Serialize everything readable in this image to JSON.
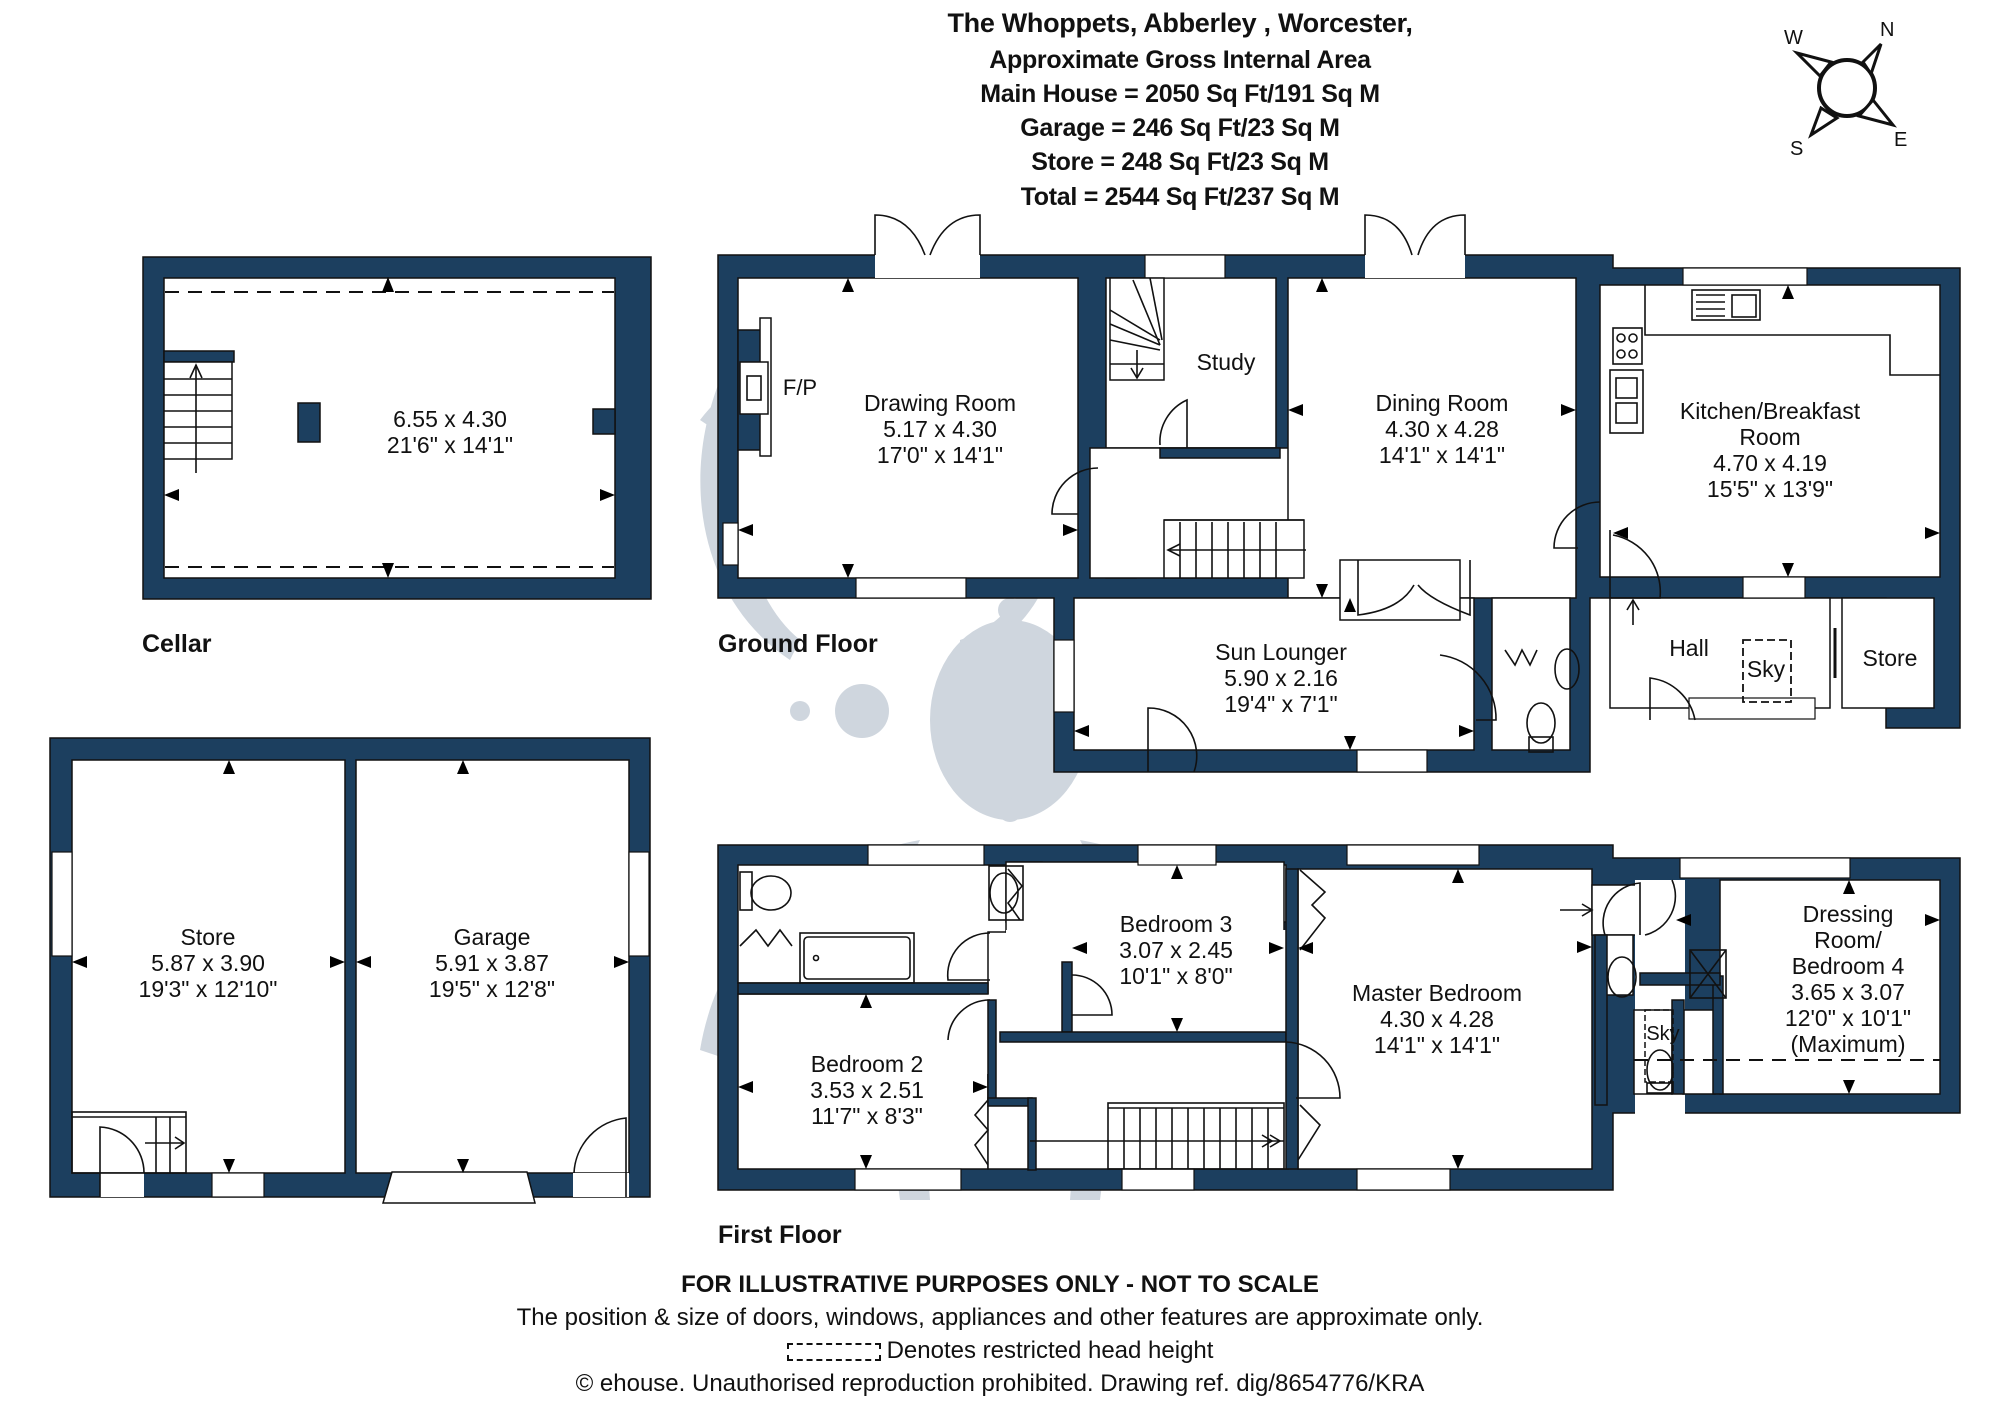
{
  "header": {
    "title": "The Whoppets, Abberley , Worcester,",
    "subtitle": "Approximate Gross Internal Area",
    "areas": [
      "Main House = 2050 Sq Ft/191 Sq M",
      "Garage = 246 Sq Ft/23 Sq M",
      "Store = 248 Sq Ft/23 Sq M",
      "Total = 2544 Sq Ft/237 Sq M"
    ]
  },
  "compass": {
    "n": "N",
    "e": "E",
    "s": "S",
    "w": "W"
  },
  "colors": {
    "wall": "#1c3f5f",
    "watermark": "#cfd6de",
    "line": "#111111"
  },
  "floors": {
    "cellar": {
      "label": "Cellar",
      "rooms": [
        {
          "name": "",
          "metric": "6.55 x 4.30",
          "imperial": "21'6\" x 14'1\""
        }
      ]
    },
    "ground": {
      "label": "Ground Floor",
      "rooms": [
        {
          "name": "Drawing Room",
          "metric": "5.17 x 4.30",
          "imperial": "17'0\" x 14'1\""
        },
        {
          "name": "Study",
          "metric": "",
          "imperial": ""
        },
        {
          "name": "Dining Room",
          "metric": "4.30 x 4.28",
          "imperial": "14'1\" x 14'1\""
        },
        {
          "name": "Kitchen/Breakfast",
          "name2": "Room",
          "metric": "4.70 x 4.19",
          "imperial": "15'5\" x 13'9\""
        },
        {
          "name": "Sun Lounger",
          "metric": "5.90 x 2.16",
          "imperial": "19'4\" x 7'1\""
        },
        {
          "name": "Hall",
          "metric": "",
          "imperial": ""
        },
        {
          "name": "Store",
          "metric": "",
          "imperial": ""
        }
      ],
      "fireplace": "F/P",
      "skylight": "Sky"
    },
    "outbuilding": {
      "rooms": [
        {
          "name": "Store",
          "metric": "5.87 x 3.90",
          "imperial": "19'3\" x 12'10\""
        },
        {
          "name": "Garage",
          "metric": "5.91 x 3.87",
          "imperial": "19'5\" x 12'8\""
        }
      ]
    },
    "first": {
      "label": "First Floor",
      "rooms": [
        {
          "name": "Bedroom 2",
          "metric": "3.53 x 2.51",
          "imperial": "11'7\" x 8'3\""
        },
        {
          "name": "Bedroom 3",
          "metric": "3.07 x 2.45",
          "imperial": "10'1\" x 8'0\""
        },
        {
          "name": "Master Bedroom",
          "metric": "4.30 x 4.28",
          "imperial": "14'1\" x 14'1\""
        },
        {
          "name": "Dressing",
          "name2": "Room/",
          "name3": "Bedroom 4",
          "metric": "3.65 x 3.07",
          "imperial": "12'0\" x 10'1\"",
          "note": "(Maximum)"
        }
      ],
      "skylight": "Sky"
    }
  },
  "footer": {
    "disclaimer": "FOR ILLUSTRATIVE PURPOSES ONLY - NOT TO SCALE",
    "note": "The position & size of doors, windows, appliances and other features are approximate only.",
    "legend": "Denotes restricted head height",
    "copyright": "© ehouse. Unauthorised reproduction prohibited. Drawing ref. dig/8654776/KRA"
  }
}
